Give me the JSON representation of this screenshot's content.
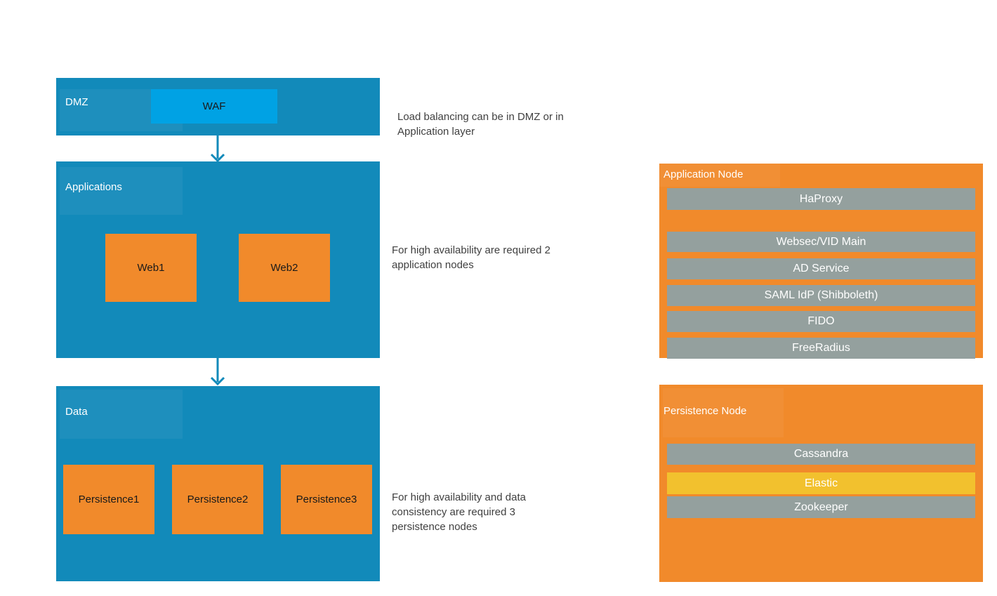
{
  "colors": {
    "layer_teal": "#128ABA",
    "waf_blue": "#00A2E4",
    "node_orange": "#F18A2B",
    "bar_gray": "#94A09E",
    "bar_yellow": "#F2C12E",
    "annotation_text": "#404040",
    "arrow_teal": "#128ABA"
  },
  "layers": {
    "dmz": {
      "label": "DMZ",
      "waf": "WAF"
    },
    "applications": {
      "label": "Applications",
      "web1": "Web1",
      "web2": "Web2"
    },
    "data": {
      "label": "Data",
      "persistence1": "Persistence1",
      "persistence2": "Persistence2",
      "persistence3": "Persistence3"
    }
  },
  "annotations": {
    "dmz": {
      "line1": "Load balancing can be in DMZ or in",
      "line2": "Application layer"
    },
    "applications": {
      "line1": "For high availability are required 2",
      "line2": "application nodes"
    },
    "data": {
      "line1": "For high availability and data",
      "line2": "consistency are required 3",
      "line3": "persistence nodes"
    }
  },
  "application_node": {
    "title": "Application Node",
    "bars": [
      {
        "label": "HaProxy",
        "variant": "gray"
      },
      {
        "label": "Websec/VID Main",
        "variant": "gray"
      },
      {
        "label": "AD Service",
        "variant": "gray"
      },
      {
        "label": "SAML IdP (Shibboleth)",
        "variant": "gray"
      },
      {
        "label": "FIDO",
        "variant": "gray"
      },
      {
        "label": "FreeRadius",
        "variant": "gray"
      }
    ]
  },
  "persistence_node": {
    "title": "Persistence Node",
    "bars": [
      {
        "label": "Cassandra",
        "variant": "gray"
      },
      {
        "label": "Elastic",
        "variant": "yellow"
      },
      {
        "label": "Zookeeper",
        "variant": "gray"
      }
    ]
  }
}
